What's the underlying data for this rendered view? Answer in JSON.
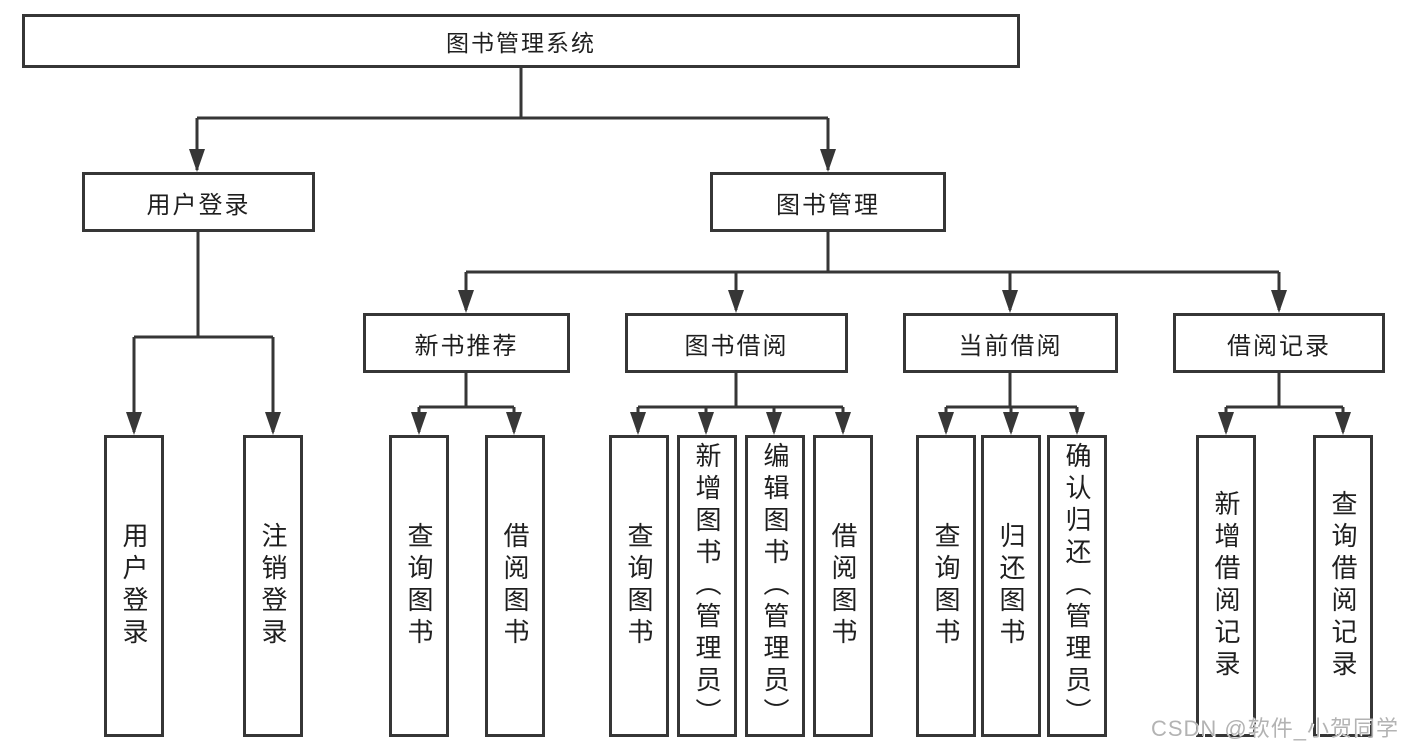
{
  "diagram_title": "图书管理系统",
  "hierarchy": {
    "label": "图书管理系统",
    "children": [
      {
        "label": "用户登录",
        "children": [
          {
            "label": "用户登录"
          },
          {
            "label": "注销登录"
          }
        ]
      },
      {
        "label": "图书管理",
        "children": [
          {
            "label": "新书推荐",
            "children": [
              {
                "label": "查询图书"
              },
              {
                "label": "借阅图书"
              }
            ]
          },
          {
            "label": "图书借阅",
            "children": [
              {
                "label": "查询图书"
              },
              {
                "label": "新增图书（管理员）"
              },
              {
                "label": "编辑图书（管理员）"
              },
              {
                "label": "借阅图书"
              }
            ]
          },
          {
            "label": "当前借阅",
            "children": [
              {
                "label": "查询图书"
              },
              {
                "label": "归还图书"
              },
              {
                "label": "确认归还（管理员）"
              }
            ]
          },
          {
            "label": "借阅记录",
            "children": [
              {
                "label": "新增借阅记录"
              },
              {
                "label": "查询借阅记录"
              }
            ]
          }
        ]
      }
    ]
  },
  "watermark": {
    "text": "CSDN @软件_小贺同学"
  },
  "colors": {
    "line": "#363636",
    "box_border": "#363636",
    "text": "#1f1f1f",
    "background": "#ffffff",
    "watermark": "#b3b3b3"
  }
}
